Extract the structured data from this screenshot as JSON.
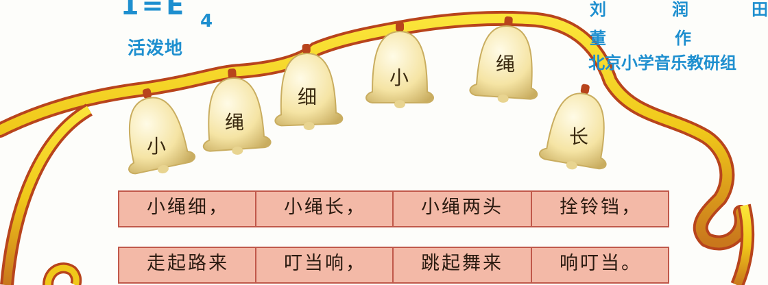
{
  "header": {
    "key_signature": "1=E",
    "key_denominator": "4",
    "mood": "活泼地"
  },
  "credits": {
    "lyricist_chars": [
      "刘",
      "润",
      "田"
    ],
    "composer_chars": [
      "董",
      "作"
    ],
    "arranger": "北京小学音乐教研组"
  },
  "bells": [
    {
      "label": "小"
    },
    {
      "label": "绳"
    },
    {
      "label": "细"
    },
    {
      "label": "小"
    },
    {
      "label": "绳"
    },
    {
      "label": "长"
    }
  ],
  "lyrics": [
    [
      "小绳细，",
      "小绳长，",
      "小绳两头",
      "拴铃铛，"
    ],
    [
      "走起路来",
      "叮当响，",
      "跳起舞来",
      "响叮当。"
    ]
  ],
  "colors": {
    "rope": "#f0d21a",
    "rope_dark": "#c0401e",
    "bell": "#f3e3a6",
    "lyric_cell": "#f3b9a7",
    "text_blue": "#1e8fcf"
  }
}
